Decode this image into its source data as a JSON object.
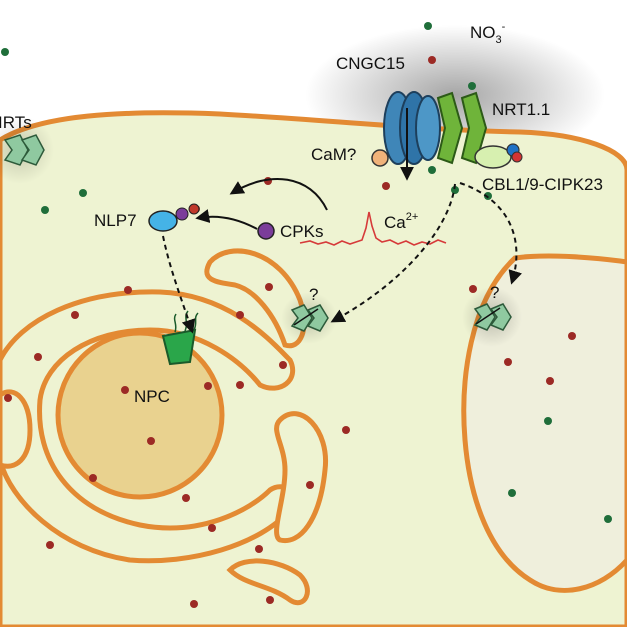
{
  "labels": {
    "irts": "IRTs",
    "cngc": "CNGC15",
    "no3": "NO",
    "no3_sub": "3",
    "no3_sup": "-",
    "nrt": "NRT1.1",
    "cam": "CaM?",
    "cbl": "CBL1/9-CIPK23",
    "nlp7": "NLP7",
    "cpks": "CPKs",
    "ca": "Ca",
    "ca_sup": "2+",
    "npc": "NPC",
    "q1": "?",
    "q2": "?"
  },
  "colors": {
    "cytoplasm": "#eef3d2",
    "membrane": "#e38a33",
    "nucleus": "#e9d28f",
    "vacuole": "#efefdc",
    "dot_red": "#9c2a25",
    "dot_green": "#1f6e3a",
    "channel_blue": "#3f86b8",
    "nrt_green": "#6fb43a",
    "npc_green": "#2aa64a",
    "ca_trace": "#d63a3a"
  }
}
